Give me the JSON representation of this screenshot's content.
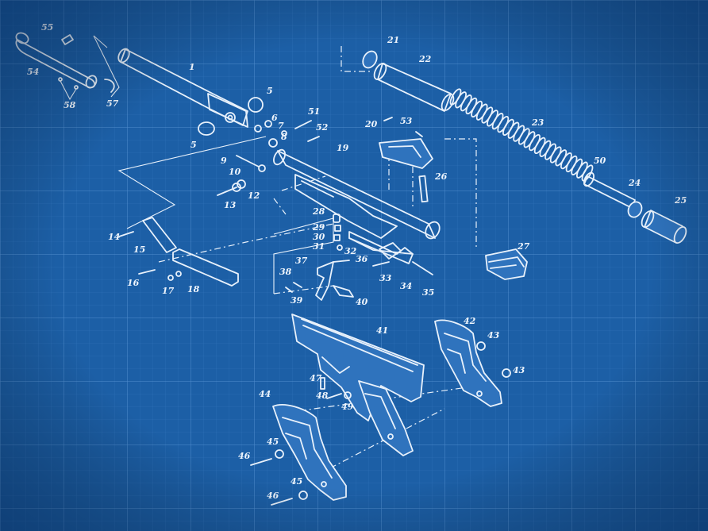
{
  "palette": {
    "background": "#1c5fa6",
    "grid_minor": "#3a7cc4",
    "grid_major": "#5b97d6",
    "line": "#e8f1fb"
  },
  "parts": [
    {
      "id": "p1",
      "label": "1"
    },
    {
      "id": "p5a",
      "label": "5"
    },
    {
      "id": "p5b",
      "label": "5"
    },
    {
      "id": "p6",
      "label": "6"
    },
    {
      "id": "p7",
      "label": "7"
    },
    {
      "id": "p8",
      "label": "8"
    },
    {
      "id": "p9",
      "label": "9"
    },
    {
      "id": "p10",
      "label": "10"
    },
    {
      "id": "p12",
      "label": "12"
    },
    {
      "id": "p13",
      "label": "13"
    },
    {
      "id": "p14",
      "label": "14"
    },
    {
      "id": "p15",
      "label": "15"
    },
    {
      "id": "p16",
      "label": "16"
    },
    {
      "id": "p17",
      "label": "17"
    },
    {
      "id": "p18",
      "label": "18"
    },
    {
      "id": "p19",
      "label": "19"
    },
    {
      "id": "p20",
      "label": "20"
    },
    {
      "id": "p21",
      "label": "21"
    },
    {
      "id": "p22",
      "label": "22"
    },
    {
      "id": "p23",
      "label": "23"
    },
    {
      "id": "p24",
      "label": "24"
    },
    {
      "id": "p25",
      "label": "25"
    },
    {
      "id": "p26",
      "label": "26"
    },
    {
      "id": "p27",
      "label": "27"
    },
    {
      "id": "p28",
      "label": "28"
    },
    {
      "id": "p29",
      "label": "29"
    },
    {
      "id": "p30",
      "label": "30"
    },
    {
      "id": "p31",
      "label": "31"
    },
    {
      "id": "p32",
      "label": "32"
    },
    {
      "id": "p33",
      "label": "33"
    },
    {
      "id": "p34",
      "label": "34"
    },
    {
      "id": "p35",
      "label": "35"
    },
    {
      "id": "p36",
      "label": "36"
    },
    {
      "id": "p37",
      "label": "37"
    },
    {
      "id": "p38",
      "label": "38"
    },
    {
      "id": "p39",
      "label": "39"
    },
    {
      "id": "p40",
      "label": "40"
    },
    {
      "id": "p41",
      "label": "41"
    },
    {
      "id": "p42",
      "label": "42"
    },
    {
      "id": "p43a",
      "label": "43"
    },
    {
      "id": "p43b",
      "label": "43"
    },
    {
      "id": "p44",
      "label": "44"
    },
    {
      "id": "p45a",
      "label": "45"
    },
    {
      "id": "p45b",
      "label": "45"
    },
    {
      "id": "p46a",
      "label": "46"
    },
    {
      "id": "p46b",
      "label": "46"
    },
    {
      "id": "p47",
      "label": "47"
    },
    {
      "id": "p48",
      "label": "48"
    },
    {
      "id": "p49",
      "label": "49"
    },
    {
      "id": "p50",
      "label": "50"
    },
    {
      "id": "p51",
      "label": "51"
    },
    {
      "id": "p52",
      "label": "52"
    },
    {
      "id": "p53",
      "label": "53"
    },
    {
      "id": "p54",
      "label": "54"
    },
    {
      "id": "p55",
      "label": "55"
    },
    {
      "id": "p57",
      "label": "57"
    },
    {
      "id": "p58",
      "label": "58"
    }
  ]
}
